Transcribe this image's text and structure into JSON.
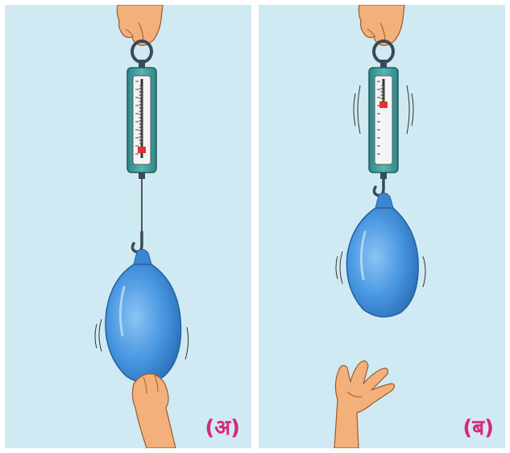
{
  "panels": [
    {
      "id": "a",
      "label": "(अ)"
    },
    {
      "id": "b",
      "label": "(ब)"
    }
  ],
  "colors": {
    "background": "#cfeaf2",
    "label": "#d8267d",
    "skin": "#f3b07a",
    "balloon": "#3f8fdd",
    "scale_body": "#3a9a9a"
  }
}
